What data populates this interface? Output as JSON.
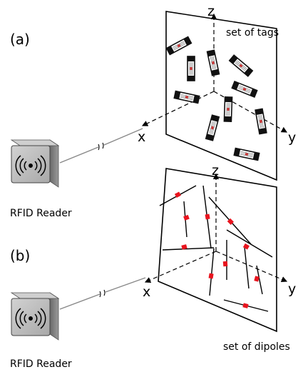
{
  "panels": {
    "a": {
      "label": "(a)",
      "caption": "set of tags",
      "reader": "RFID Reader",
      "axis_x": "x",
      "axis_y": "y",
      "axis_z": "z"
    },
    "b": {
      "label": "(b)",
      "caption": "set of dipoles",
      "reader": "RFID Reader",
      "axis_x": "x",
      "axis_y": "y",
      "axis_z": "z"
    }
  },
  "colors": {
    "dipole_chip": "#e8141e",
    "tag_body": "#111111",
    "reader_face": "#b8b8b8"
  },
  "icons": {
    "reader": "rfid-reader-icon",
    "antenna": "radio-waves-icon"
  }
}
